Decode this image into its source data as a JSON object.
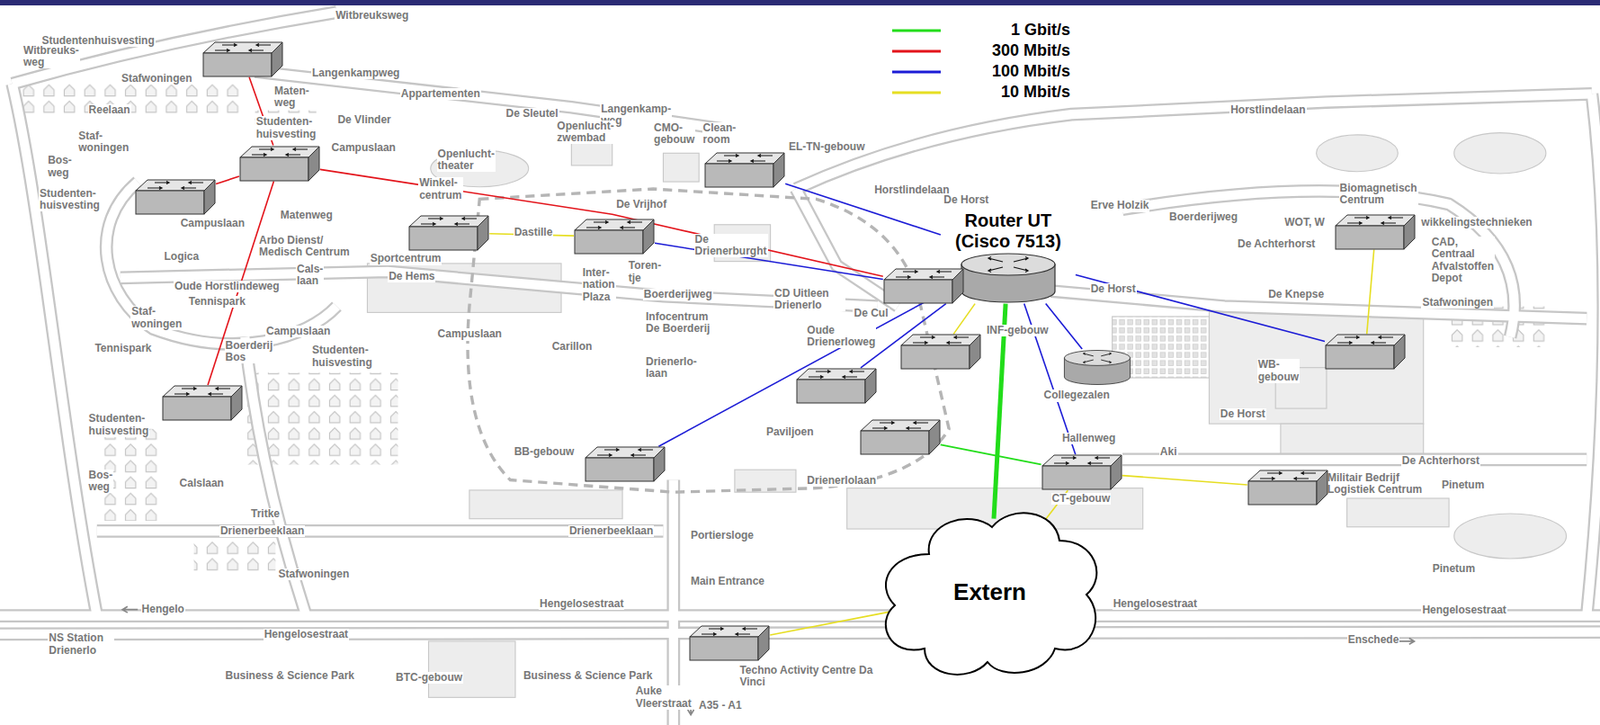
{
  "diagram": {
    "nodes": [
      {
        "text": []
      },
      {
        "text": []
      },
      {
        "text": []
      },
      {
        "text": []
      },
      {
        "text": [
          "Router UT (Cisco 7513)"
        ]
      },
      {
        "text": []
      },
      {
        "text": []
      },
      {
        "text": []
      },
      {
        "text": []
      },
      {
        "text": []
      },
      {
        "text": []
      },
      {
        "text": []
      },
      {
        "text": []
      },
      {
        "text": []
      },
      {
        "text": []
      },
      {
        "text": []
      },
      {
        "text": []
      },
      {
        "text": []
      },
      {
        "text": [
          "Extern"
        ]
      },
      {
        "text": []
      }
    ],
    "edges": [
      {
        "from": 0,
        "to": 1,
        "arrow": "none"
      },
      {
        "from": 1,
        "to": 3,
        "arrow": "none"
      },
      {
        "from": 1,
        "to": 13,
        "arrow": "none"
      },
      {
        "from": 1,
        "to": 8,
        "arrow": "none"
      },
      {
        "from": 5,
        "to": 6,
        "arrow": "none"
      },
      {
        "from": 6,
        "to": 8,
        "arrow": "none"
      },
      {
        "from": 2,
        "to": 4,
        "arrow": "none"
      },
      {
        "from": 4,
        "to": 9,
        "arrow": "none"
      },
      {
        "from": 4,
        "to": 12,
        "arrow": "none"
      },
      {
        "from": 4,
        "to": 15,
        "arrow": "none"
      },
      {
        "from": 4,
        "to": 11,
        "arrow": "none"
      },
      {
        "from": 4,
        "to": 16,
        "arrow": "none"
      },
      {
        "from": 4,
        "to": 10,
        "arrow": "none"
      },
      {
        "from": 7,
        "to": 10,
        "arrow": "none"
      },
      {
        "from": 4,
        "to": 18,
        "arrow": "none"
      },
      {
        "from": 14,
        "to": 16,
        "arrow": "none"
      },
      {
        "from": 16,
        "to": 17,
        "arrow": "none"
      },
      {
        "from": 18,
        "to": 16,
        "arrow": "none"
      },
      {
        "from": 18,
        "to": 19,
        "arrow": "none"
      }
    ],
    "labels": [
      "Witbreuksweg",
      "Studentenhuisvesting",
      "Witbreuks- weg",
      "Stafwoningen",
      "Langenkampweg",
      "Appartementen",
      "Reelaan",
      "Maten- weg",
      "De Vlinder",
      "De Sleutel",
      "Langenkamp- weg",
      "Openlucht- zwembad",
      "CMO- gebouw",
      "Clean- room",
      "EL-TN-gebouw",
      "Horstlindelaan",
      "Staf- woningen",
      "Studenten- huisvesting",
      "Campuslaan",
      "Openlucht- theater",
      "Bos- weg",
      "Studenten- huisvesting",
      "Winkel- centrum",
      "Horstlindelaan",
      "De Horst",
      "Erve Holzik",
      "Boerderijweg",
      "Biomagnetisch Centrum",
      "De Vrijhof",
      "Campuslaan",
      "Matenweg",
      "Arbo Dienst/ Medisch Centrum",
      "Dastille",
      "De Drienerburght",
      "De Achterhorst",
      "WOT, W",
      "wikkelingstechnieken",
      "CAD, Centraal Afvalstoffen Depot",
      "Logica",
      "Sportcentrum",
      "De Hems",
      "Oude Horstlindeweg",
      "Inter- nation Plaza",
      "Toren- tje",
      "Boerderijweg",
      "CD Uitleen Drienerlo",
      "De Horst",
      "De Knepse",
      "Stafwoningen",
      "Tennispark",
      "Cals- laan",
      "Campuslaan",
      "Campuslaan",
      "Infocentrum De Boerderij",
      "De Cul",
      "Oude Drienerloweg",
      "INF-gebouw",
      "Staf- woningen",
      "Tennispark",
      "Boerderij Bos",
      "Carillon",
      "Studenten- huisvesting",
      "Drienerlo- laan",
      "Collegezalen",
      "WB- gebouw",
      "De Horst",
      "Studenten- huisvesting",
      "Paviljoen",
      "Hallenweg",
      "Aki",
      "De Achterhorst",
      "Drienerlolaan",
      "Pinetum",
      "Militair Bedrijf Logistiek Centrum",
      "CT-gebouw",
      "Bos- weg",
      "Calslaan",
      "Tritke",
      "BB-gebouw",
      "Drienerbeeklaan",
      "Drienerbeeklaan",
      "Portiersloge",
      "Pinetum",
      "Stafwoningen",
      "Main Entrance",
      "Hengelosestraat",
      "Hengelosestraat",
      "Hengelosestraat",
      "Hengelo",
      "Hengelosestraat",
      "NS Station Drienerlo",
      "Enschede",
      "Business & Science Park",
      "BTC-gebouw",
      "Business & Science Park",
      "Techno Activity Centre Da Vinci",
      "Auke Vleerstraat",
      "A35 - A1"
    ],
    "legend": [
      {
        "text": "1 Gbit/s",
        "color": "#22dd1a"
      },
      {
        "text": "300 Mbit/s",
        "color": "#e3141b"
      },
      {
        "text": "100 Mbit/s",
        "color": "#1c1cd6"
      },
      {
        "text": "10 Mbit/s",
        "color": "#e6de22"
      }
    ]
  }
}
